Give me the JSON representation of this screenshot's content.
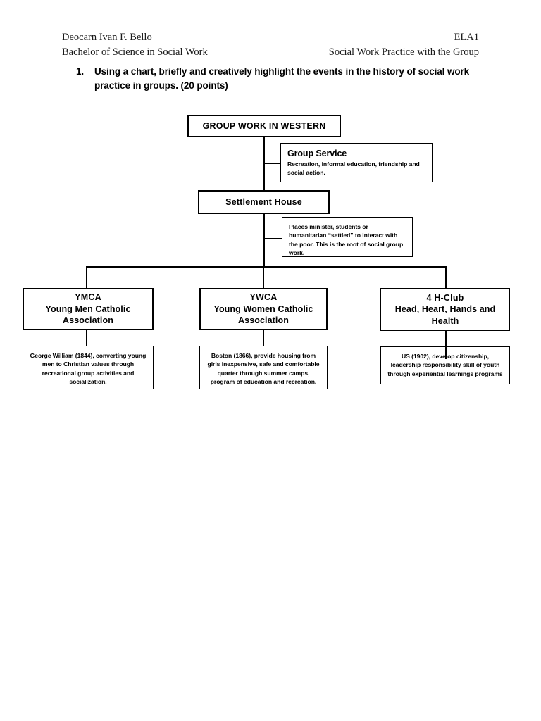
{
  "header": {
    "name": "Deocarn Ivan F. Bello",
    "course_code": "ELA1",
    "program": "Bachelor of Science in Social Work",
    "subject": "Social Work Practice with the Group"
  },
  "question": {
    "number": "1.",
    "text": "Using a chart, briefly and creatively highlight the events in the history of social work practice in groups. (20 points)"
  },
  "chart_data": {
    "type": "diagram",
    "title": "GROUP WORK IN WESTERN",
    "nodes": {
      "root": {
        "label": "GROUP WORK IN WESTERN"
      },
      "group_service": {
        "heading": "Group Service",
        "description": "Recreation, informal education, friendship and social action."
      },
      "settlement_house": {
        "label": "Settlement House",
        "description": "Places minister, students or humanitarian “settled” to interact with the poor. This is the root of social group work."
      },
      "ymca": {
        "acronym": "YMCA",
        "expansion": "Young Men Catholic Association",
        "description": "George William (1844), converting young men to Christian values through recreational group activities and socialization."
      },
      "ywca": {
        "acronym": "YWCA",
        "expansion": "Young Women Catholic Association",
        "description": "Boston (1866), provide housing from girls inexpensive, safe and comfortable quarter through summer camps, program of education and recreation."
      },
      "four_h_club": {
        "acronym": "4 H-Club",
        "expansion": "Head, Heart, Hands and Health",
        "description": "US (1902), develop citizenship, leadership responsibility skill of youth through experiential learnings programs"
      }
    }
  }
}
